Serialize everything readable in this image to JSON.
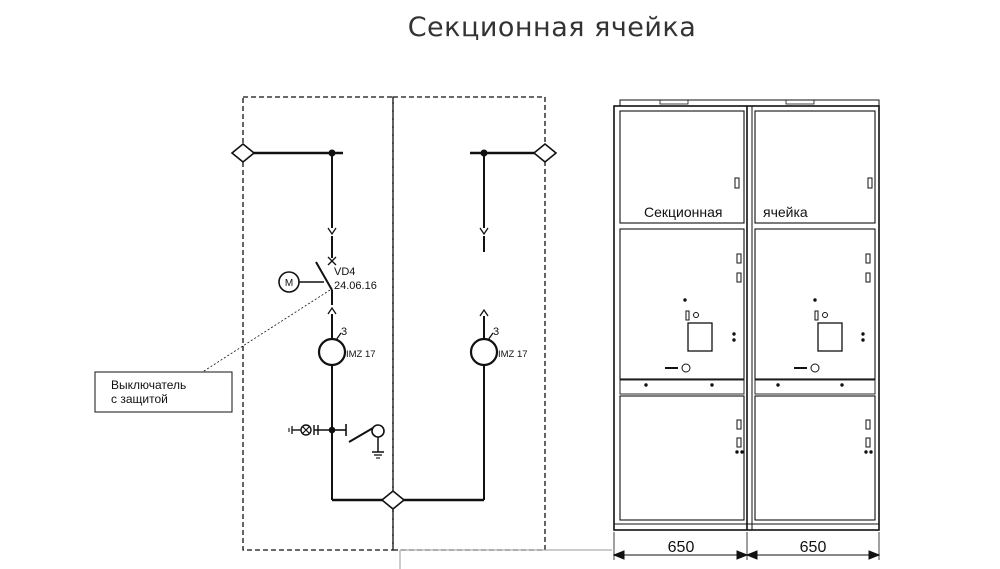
{
  "title": "Секционная ячейка",
  "schematic": {
    "breaker_label": "VD4",
    "breaker_date": "24.06.16",
    "motor_symbol": "M",
    "ct_left_count": "3",
    "ct_left_label": "IMZ 17",
    "ct_right_count": "3",
    "ct_right_label": "IMZ 17",
    "callout_line1": "Выключатель",
    "callout_line2": "с защитой"
  },
  "cabinet": {
    "label_left": "Секционная",
    "label_right": "ячейка",
    "width_left": "650",
    "width_right": "650"
  }
}
